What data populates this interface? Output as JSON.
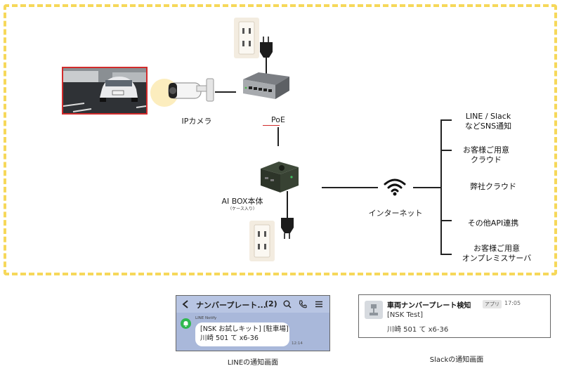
{
  "nodes": {
    "camera_label": "IPカメラ",
    "poe_label": "PoE",
    "aibox_label": "AI BOX本体",
    "aibox_sublabel": "（ケース入り）",
    "internet_label": "インターネット"
  },
  "destinations": [
    {
      "line1": "LINE / Slack",
      "line2": "などSNS通知"
    },
    {
      "line1": "お客様ご用意",
      "line2": "クラウド"
    },
    {
      "line1": "弊社クラウド",
      "line2": ""
    },
    {
      "line1": "その他API連携",
      "line2": ""
    },
    {
      "line1": "お客様ご用意",
      "line2": "オンプレミスサーバ"
    }
  ],
  "line_screen": {
    "back_icon": "chevron-left-icon",
    "title": "ナンバープレート...",
    "count": "(2)",
    "notify_sender": "LINE Notify",
    "message_line1": "[NSK お試しキット] [駐車場]",
    "message_line2": "川崎 501 て x6-36",
    "time": "12:14",
    "caption": "LINEの通知画面"
  },
  "slack_screen": {
    "title": "車両ナンバープレート検知",
    "badge": "アプリ",
    "time": "17:05",
    "line1": "[NSK Test]",
    "line2": "川崎 501 て x6-36",
    "caption": "Slackの通知画面"
  },
  "colors": {
    "frame_border": "#f6d85a",
    "photo_border": "#d12b2b",
    "line_bg": "#a9b8da",
    "line_notify_green": "#2fb84e"
  }
}
